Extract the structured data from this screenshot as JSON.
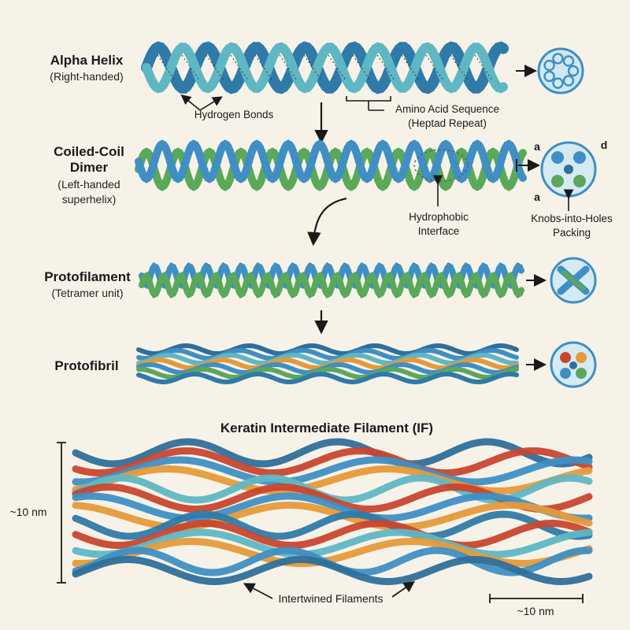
{
  "stages": {
    "alpha": {
      "title": "Alpha Helix",
      "subtitle": "(Right-handed)"
    },
    "dimer": {
      "title_line1": "Coiled-Coil",
      "title_line2": "Dimer",
      "subtitle_line1": "(Left-handed",
      "subtitle_line2": "superhelix)"
    },
    "protofilament": {
      "title": "Protofilament",
      "subtitle": "(Tetramer unit)"
    },
    "protofibril": {
      "title": "Protofibril"
    }
  },
  "annotations": {
    "hydrogen_bonds": "Hydrogen Bonds",
    "amino_line1": "Amino Acid Sequence",
    "amino_line2": "(Heptad Repeat)",
    "hydrophobic_line1": "Hydrophobic",
    "hydrophobic_line2": "Interface",
    "knobs_line1": "Knobs-into-Holes",
    "knobs_line2": "Packing",
    "heptad_a_top": "a",
    "heptad_d": "d",
    "heptad_a_bottom": "a",
    "intertwined": "Intertwined Filaments"
  },
  "filament": {
    "title": "Keratin Intermediate Filament (IF)",
    "height_scale": "~10 nm",
    "width_scale": "~10 nm"
  },
  "colors": {
    "background": "#f7f2e8",
    "helix_blue": "#3f8fc4",
    "helix_teal": "#5fb7c4",
    "helix_green": "#5aa85a",
    "fiber_red": "#c8462f",
    "fiber_orange": "#e59a3a",
    "ink": "#1a1a1a"
  }
}
